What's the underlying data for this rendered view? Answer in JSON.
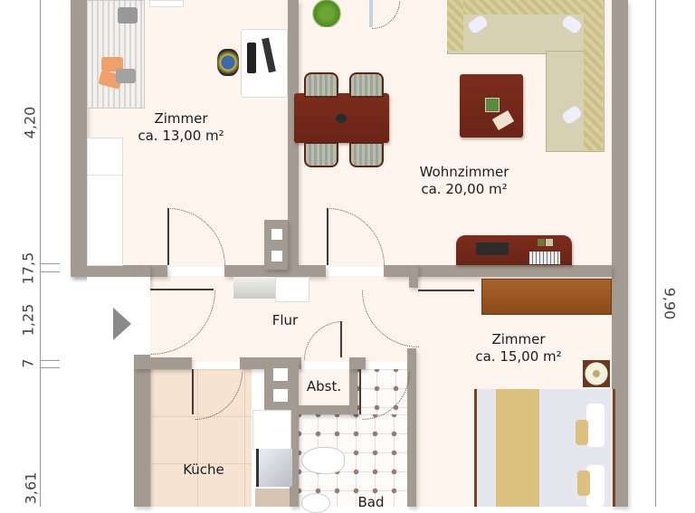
{
  "plan": {
    "rooms": [
      {
        "id": "zimmer-1",
        "name": "Zimmer",
        "area": "ca. 13,00 m²"
      },
      {
        "id": "wohnzimmer",
        "name": "Wohnzimmer",
        "area": "ca. 20,00 m²"
      },
      {
        "id": "flur",
        "name": "Flur",
        "area": ""
      },
      {
        "id": "zimmer-2",
        "name": "Zimmer",
        "area": "ca. 15,00 m²"
      },
      {
        "id": "abst",
        "name": "Abst.",
        "area": ""
      },
      {
        "id": "kueche",
        "name": "Küche",
        "area": ""
      },
      {
        "id": "bad",
        "name": "Bad",
        "area": ""
      }
    ],
    "dimensions_left": [
      "4,20",
      "17,5",
      "1,25",
      "7",
      "3,61"
    ],
    "dimensions_right": [
      "9,90"
    ],
    "entrance_icon": "triangle-arrow-right-icon",
    "colors": {
      "wall": "#a39a91",
      "floor": "#fdf5ed",
      "wood_furniture": "#7c2d1c",
      "kitchen_tile": "#f7e3d2",
      "entrance_arrow": "#8a8a8a"
    }
  }
}
